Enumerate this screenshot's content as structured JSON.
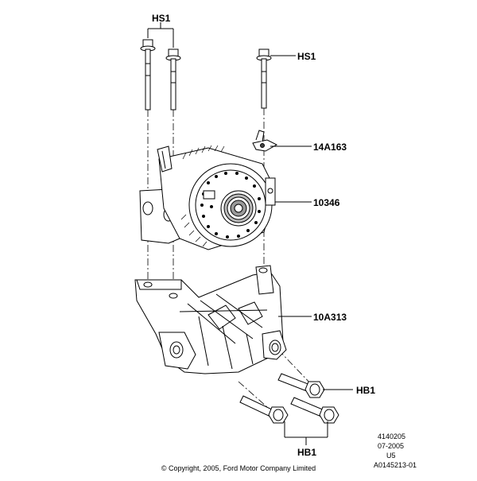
{
  "labels": {
    "hs1_top": "HS1",
    "hs1_right": "HS1",
    "bracket": "14A163",
    "generator": "10346",
    "mount": "10A313",
    "hb1_right": "HB1",
    "hb1_bottom": "HB1"
  },
  "meta": {
    "line1": "4140205",
    "line2": "07-2005",
    "line3": "U5",
    "line4": "A0145213-01"
  },
  "copyright": "© Copyright, 2005, Ford Motor Company Limited"
}
